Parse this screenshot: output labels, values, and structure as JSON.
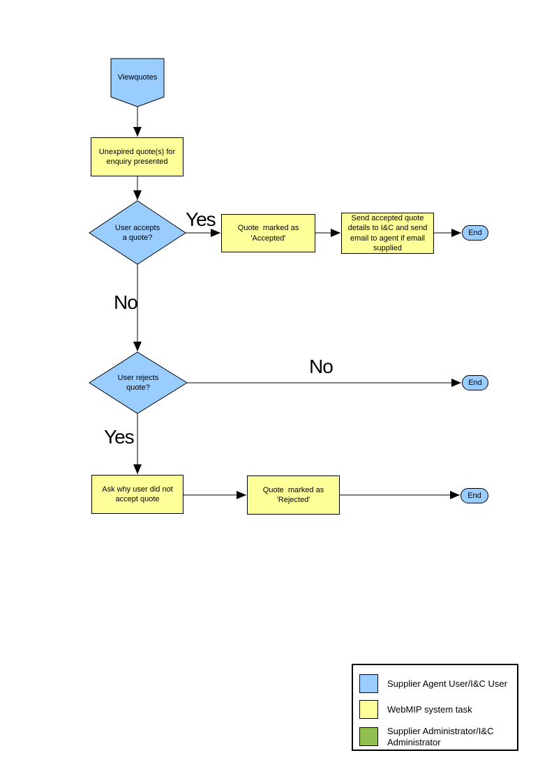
{
  "diagram": {
    "type": "flowchart",
    "nodes": {
      "start": {
        "shape": "off-page-connector",
        "label": "Viewquotes"
      },
      "present_quotes": {
        "shape": "process",
        "label": "Unexpired quote(s) for\nenquiry presented"
      },
      "accepts_decision": {
        "shape": "decision",
        "label": "User accepts\na quote?"
      },
      "mark_accepted": {
        "shape": "process",
        "label": "Quote  marked as\n'Accepted'"
      },
      "send_details": {
        "shape": "process",
        "label": "Send accepted quote\ndetails to I&C and send\nemail to agent if email\nsupplied"
      },
      "end_accept": {
        "shape": "terminator",
        "label": "End"
      },
      "rejects_decision": {
        "shape": "decision",
        "label": "User rejects\nquote?"
      },
      "end_no_action": {
        "shape": "terminator",
        "label": "End"
      },
      "ask_why": {
        "shape": "process",
        "label": "Ask why user did not\naccept quote"
      },
      "mark_rejected": {
        "shape": "process",
        "label": "Quote  marked as\n'Rejected'"
      },
      "end_reject": {
        "shape": "terminator",
        "label": "End"
      }
    },
    "edges": [
      {
        "from": "start",
        "to": "present_quotes",
        "label": ""
      },
      {
        "from": "present_quotes",
        "to": "accepts_decision",
        "label": ""
      },
      {
        "from": "accepts_decision",
        "to": "mark_accepted",
        "label": "Yes"
      },
      {
        "from": "mark_accepted",
        "to": "send_details",
        "label": ""
      },
      {
        "from": "send_details",
        "to": "end_accept",
        "label": ""
      },
      {
        "from": "accepts_decision",
        "to": "rejects_decision",
        "label": "No"
      },
      {
        "from": "rejects_decision",
        "to": "end_no_action",
        "label": "No"
      },
      {
        "from": "rejects_decision",
        "to": "ask_why",
        "label": "Yes"
      },
      {
        "from": "ask_why",
        "to": "mark_rejected",
        "label": ""
      },
      {
        "from": "mark_rejected",
        "to": "end_reject",
        "label": ""
      }
    ]
  },
  "legend": {
    "items": [
      {
        "color": "#99CCFF",
        "label": "Supplier Agent User/I&C User"
      },
      {
        "color": "#FFFF99",
        "label": "WebMIP system task"
      },
      {
        "color": "#92C050",
        "label": "Supplier Administrator/I&C Administrator"
      }
    ]
  },
  "colors": {
    "node_blue": "#99CCFF",
    "node_yellow": "#FFFF99",
    "stroke": "#000000"
  }
}
